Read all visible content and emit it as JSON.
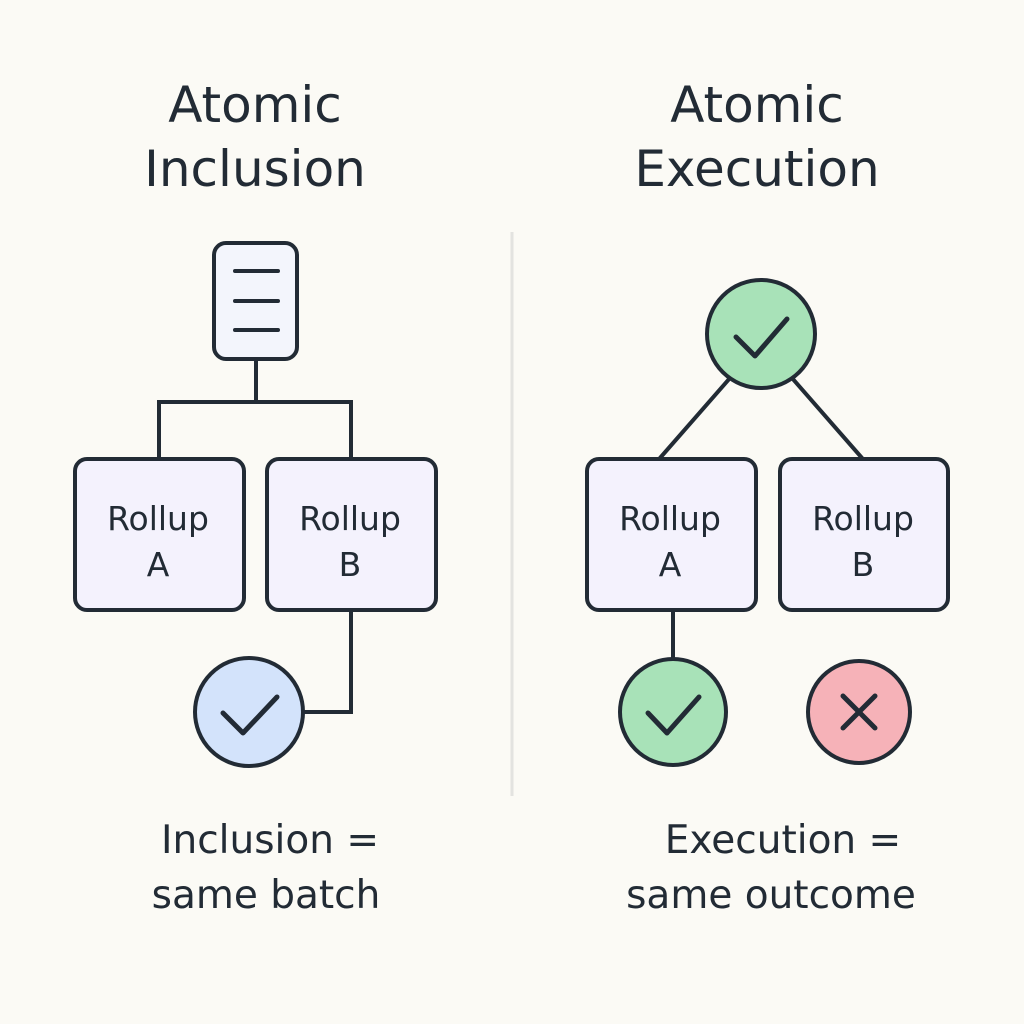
{
  "left_panel": {
    "title_line1": "Atomic",
    "title_line2": "Inclusion",
    "rollup_a": {
      "line1": "Rollup",
      "line2": "A"
    },
    "rollup_b": {
      "line1": "Rollup",
      "line2": "B"
    },
    "caption_line1": "Inclusion =",
    "caption_line2": "same batch"
  },
  "right_panel": {
    "title_line1": "Atomic",
    "title_line2": "Execution",
    "rollup_a": {
      "line1": "Rollup",
      "line2": "A"
    },
    "rollup_b": {
      "line1": "Rollup",
      "line2": "B"
    },
    "caption_line1": "Execution =",
    "caption_line2": "same outcome"
  },
  "colors": {
    "background": "#fbfaf5",
    "stroke": "#222b35",
    "box_fill": "#f4f2fd",
    "document_fill": "#f3f5fc",
    "check_green": "#a8e2b8",
    "check_blue": "#d3e3fb",
    "cross_red": "#f6b2b8",
    "divider": "#e3e3e0"
  },
  "icons": {
    "batch": "document-lines-icon",
    "included": "blue-checkmark-icon",
    "success": "green-checkmark-icon",
    "failure": "red-cross-icon"
  }
}
